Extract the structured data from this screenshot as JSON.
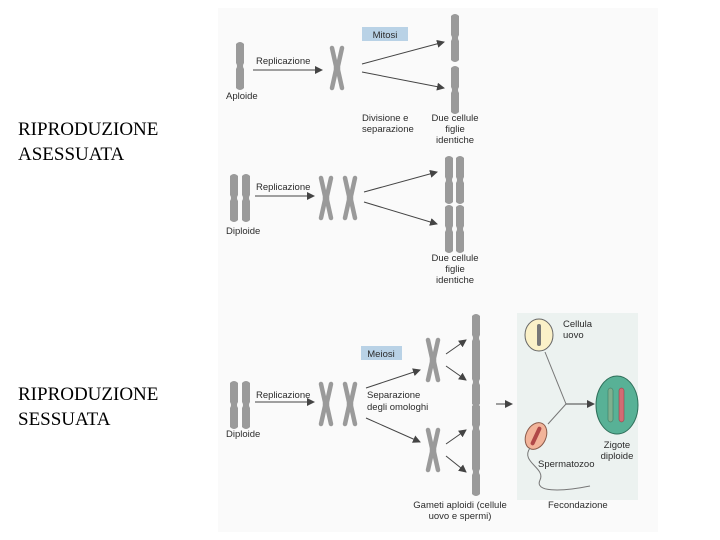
{
  "side_labels": {
    "asexual": "RIPRODUZIONE\nASESSUATA",
    "sexual": "RIPRODUZIONE\nSESSUATA"
  },
  "diagram": {
    "mitosis_badge": "Mitosi",
    "meiosis_badge": "Meiosi",
    "replication": "Replicazione",
    "haploid": "Aploide",
    "diploid": "Diploide",
    "division_line1": "Divisione e",
    "division_line2": "separazione",
    "daughter_line1": "Due cellule",
    "daughter_line2": "figlie",
    "daughter_line3": "identiche",
    "separation_line1": "Separazione",
    "separation_line2": "degli omologhi",
    "egg_line1": "Cellula",
    "egg_line2": "uovo",
    "sperm": "Spermatozoo",
    "zygote_line1": "Zigote",
    "zygote_line2": "diploide",
    "gametes_line1": "Gameti aploidi (cellule",
    "gametes_line2": "uovo e spermi)",
    "fertilization": "Fecondazione"
  },
  "colors": {
    "chromosome": "#9a9a9a",
    "badge": "#b9d2e6",
    "fert_panel": "#ecf2f0",
    "egg": "#fbf1c8",
    "sperm": "#f2b49a",
    "zygote": "#58b196",
    "chrom_green": "#7fb08e",
    "chrom_red": "#d26b74"
  }
}
